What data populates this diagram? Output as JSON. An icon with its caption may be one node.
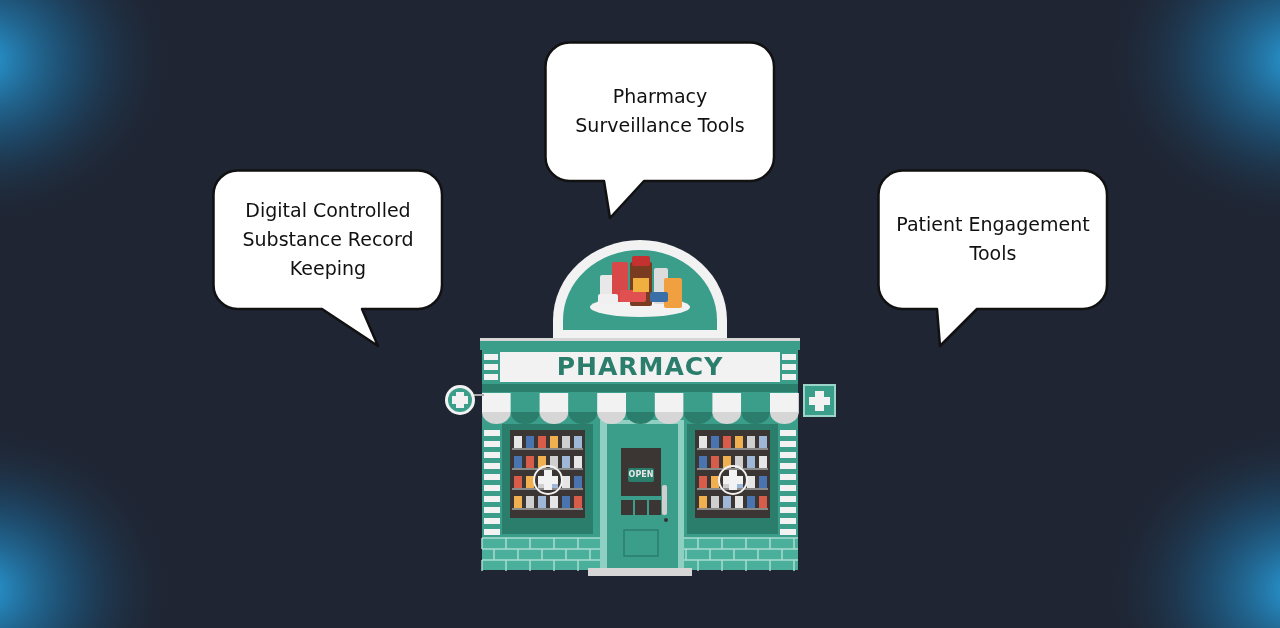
{
  "diagram": {
    "nodes": [
      {
        "text": [
          "Digital Controlled Substance Record Keeping"
        ]
      },
      {
        "text": [
          "Pharmacy Surveillance Tools"
        ]
      },
      {
        "text": [
          "Patient Engagement Tools"
        ]
      }
    ],
    "labels": [
      "PHARMACY",
      "OPEN"
    ]
  }
}
